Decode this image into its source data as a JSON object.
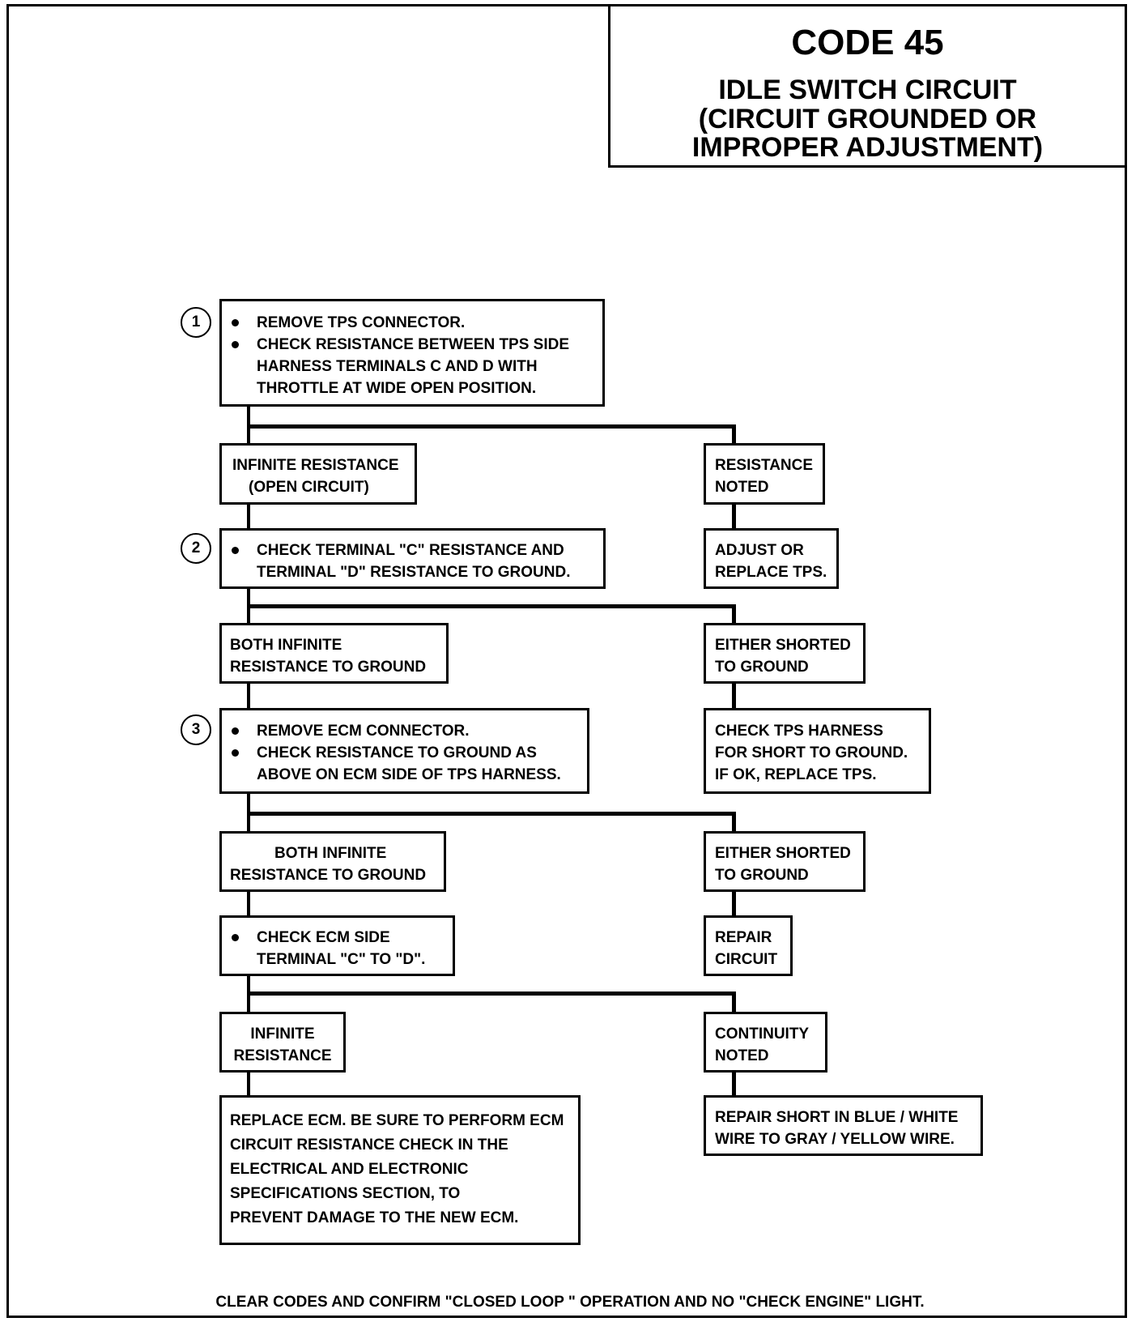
{
  "header": {
    "code": "CODE 45",
    "subtitle": [
      "IDLE SWITCH CIRCUIT",
      "(CIRCUIT GROUNDED OR",
      "IMPROPER ADJUSTMENT)"
    ]
  },
  "steps": [
    "1",
    "2",
    "3"
  ],
  "boxes": {
    "step1": {
      "bullets": [
        [
          "REMOVE TPS CONNECTOR."
        ],
        [
          "CHECK RESISTANCE BETWEEN TPS SIDE",
          "HARNESS TERMINALS C AND D WITH",
          "THROTTLE AT WIDE OPEN POSITION."
        ]
      ]
    },
    "infinite_open": {
      "lines": [
        "INFINITE RESISTANCE",
        "(OPEN CIRCUIT)"
      ]
    },
    "resistance_noted": {
      "lines": [
        "RESISTANCE",
        "NOTED"
      ]
    },
    "step2": {
      "bullets": [
        [
          "CHECK TERMINAL \"C\" RESISTANCE AND",
          "TERMINAL \"D\" RESISTANCE TO GROUND."
        ]
      ]
    },
    "adjust_tps": {
      "lines": [
        "ADJUST OR",
        "REPLACE TPS."
      ]
    },
    "both_infinite_1": {
      "lines": [
        "BOTH INFINITE",
        "RESISTANCE TO GROUND"
      ]
    },
    "either_shorted_1": {
      "lines": [
        "EITHER SHORTED",
        "TO GROUND"
      ]
    },
    "step3": {
      "bullets": [
        [
          "REMOVE ECM CONNECTOR."
        ],
        [
          "CHECK RESISTANCE TO GROUND AS",
          "ABOVE ON ECM SIDE OF TPS HARNESS."
        ]
      ]
    },
    "check_tps_harness": {
      "lines": [
        "CHECK TPS HARNESS",
        "FOR SHORT TO GROUND.",
        "IF OK, REPLACE TPS."
      ]
    },
    "both_infinite_2": {
      "lines": [
        "BOTH INFINITE",
        "RESISTANCE TO GROUND"
      ]
    },
    "either_shorted_2": {
      "lines": [
        "EITHER SHORTED",
        "TO GROUND"
      ]
    },
    "check_ecm_side": {
      "bullets": [
        [
          "CHECK ECM SIDE",
          "TERMINAL \"C\" TO \"D\"."
        ]
      ]
    },
    "repair_circuit": {
      "lines": [
        "REPAIR",
        "CIRCUIT"
      ]
    },
    "infinite_resistance": {
      "lines": [
        "INFINITE",
        "RESISTANCE"
      ]
    },
    "continuity_noted": {
      "lines": [
        "CONTINUITY",
        "NOTED"
      ]
    },
    "replace_ecm": {
      "lines": [
        "REPLACE ECM.  BE SURE TO PERFORM ECM",
        "CIRCUIT RESISTANCE CHECK IN THE",
        "ELECTRICAL AND ELECTRONIC",
        "SPECIFICATIONS SECTION,  TO",
        "PREVENT DAMAGE TO THE  NEW ECM."
      ]
    },
    "repair_short": {
      "lines": [
        "REPAIR SHORT IN BLUE / WHITE",
        "WIRE TO GRAY / YELLOW WIRE."
      ]
    }
  },
  "footer": "CLEAR CODES AND CONFIRM \"CLOSED LOOP \" OPERATION AND NO \"CHECK ENGINE\" LIGHT."
}
